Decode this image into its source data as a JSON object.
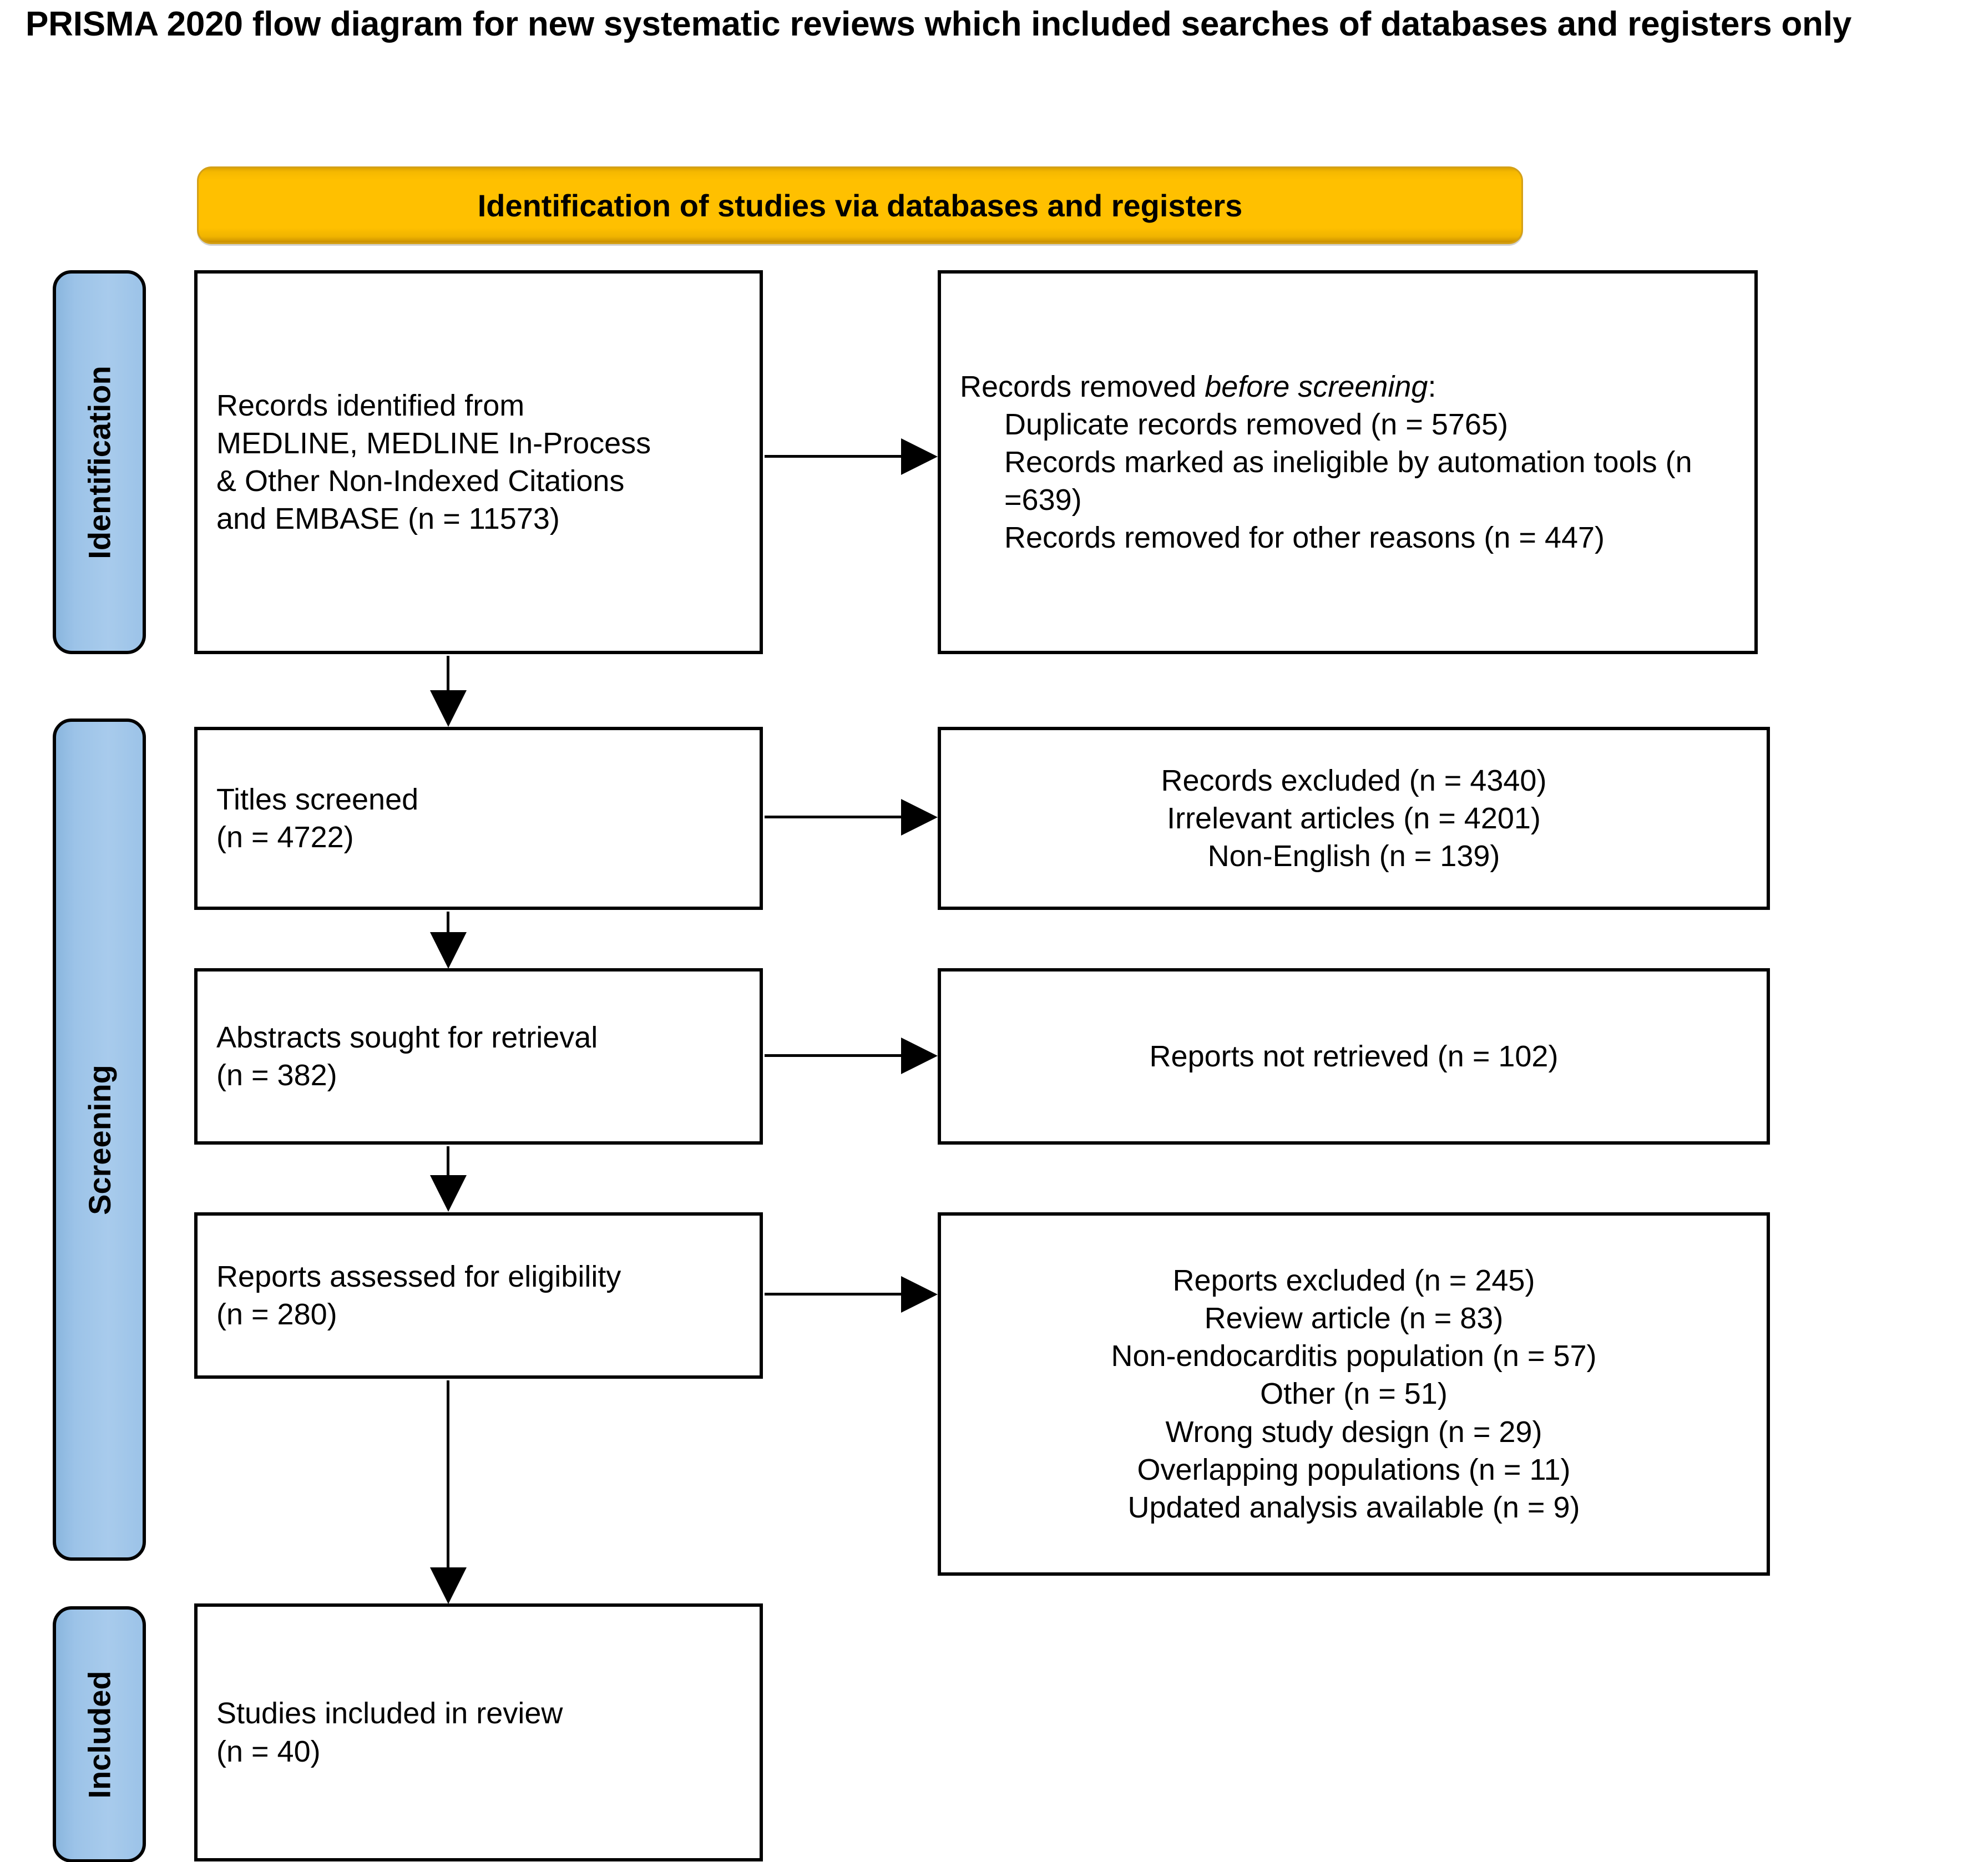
{
  "title": "PRISMA 2020 flow diagram for new systematic reviews which included searches of databases and registers only",
  "colors": {
    "banner_orange": "#FFC000",
    "banner_border": "#D4A017",
    "phase_blue": "#9CC3E8",
    "box_border": "#000000",
    "text": "#000000",
    "background": "#FFFFFF"
  },
  "stage_banner": {
    "label": "Identification of studies via databases and registers"
  },
  "phases": [
    {
      "id": "identification",
      "label": "Identification"
    },
    {
      "id": "screening",
      "label": "Screening"
    },
    {
      "id": "included",
      "label": "Included"
    }
  ],
  "boxes": {
    "identified": {
      "lines": [
        "Records identified from",
        "MEDLINE, MEDLINE In-Process",
        "& Other Non-Indexed Citations",
        "and EMBASE (n = 11573)"
      ],
      "align": "left"
    },
    "removed": {
      "heading_prefix": "Records removed ",
      "heading_italic": "before screening",
      "heading_suffix": ":",
      "items": [
        "Duplicate records removed (n = 5765)",
        "Records marked as ineligible by automation tools (n =639)",
        "Records removed for other reasons (n = 447)"
      ],
      "align": "left"
    },
    "titles_screened": {
      "lines": [
        "Titles screened",
        "(n = 4722)"
      ],
      "align": "left"
    },
    "records_excluded": {
      "lines": [
        "Records excluded (n = 4340)",
        "Irrelevant articles (n = 4201)",
        "Non-English (n = 139)"
      ],
      "align": "center"
    },
    "abstracts_sought": {
      "lines": [
        "Abstracts sought for retrieval",
        "(n = 382)"
      ],
      "align": "left"
    },
    "reports_not_retrieved": {
      "lines": [
        "Reports not retrieved (n = 102)"
      ],
      "align": "center"
    },
    "reports_assessed": {
      "lines": [
        "Reports assessed for eligibility",
        "(n = 280)"
      ],
      "align": "left"
    },
    "reports_excluded": {
      "lines": [
        "Reports excluded (n = 245)",
        "Review article (n = 83)",
        "Non-endocarditis population (n = 57)",
        "Other (n = 51)",
        "Wrong study design (n = 29)",
        "Overlapping populations (n = 11)",
        "Updated analysis available (n = 9)"
      ],
      "align": "center"
    },
    "studies_included": {
      "lines": [
        "Studies included in review",
        "(n = 40)"
      ],
      "align": "left"
    }
  },
  "chart_data": {
    "type": "flow-diagram",
    "title": "PRISMA 2020 flow diagram for new systematic reviews which included searches of databases and registers only",
    "stage": "Identification of studies via databases and registers",
    "phases": [
      "Identification",
      "Screening",
      "Included"
    ],
    "nodes": [
      {
        "id": "identified",
        "phase": "Identification",
        "label": "Records identified from MEDLINE, MEDLINE In-Process & Other Non-Indexed Citations and EMBASE",
        "n": 11573
      },
      {
        "id": "removed_before_screening",
        "phase": "Identification",
        "label": "Records removed before screening",
        "children": [
          {
            "label": "Duplicate records removed",
            "n": 5765
          },
          {
            "label": "Records marked as ineligible by automation tools",
            "n": 639
          },
          {
            "label": "Records removed for other reasons",
            "n": 447
          }
        ]
      },
      {
        "id": "titles_screened",
        "phase": "Screening",
        "label": "Titles screened",
        "n": 4722
      },
      {
        "id": "records_excluded",
        "phase": "Screening",
        "label": "Records excluded",
        "n": 4340,
        "children": [
          {
            "label": "Irrelevant articles",
            "n": 4201
          },
          {
            "label": "Non-English",
            "n": 139
          }
        ]
      },
      {
        "id": "abstracts_sought",
        "phase": "Screening",
        "label": "Abstracts sought for retrieval",
        "n": 382
      },
      {
        "id": "reports_not_retrieved",
        "phase": "Screening",
        "label": "Reports not retrieved",
        "n": 102
      },
      {
        "id": "reports_assessed",
        "phase": "Screening",
        "label": "Reports assessed for eligibility",
        "n": 280
      },
      {
        "id": "reports_excluded",
        "phase": "Screening",
        "label": "Reports excluded",
        "n": 245,
        "children": [
          {
            "label": "Review article",
            "n": 83
          },
          {
            "label": "Non-endocarditis population",
            "n": 57
          },
          {
            "label": "Other",
            "n": 51
          },
          {
            "label": "Wrong study design",
            "n": 29
          },
          {
            "label": "Overlapping populations",
            "n": 11
          },
          {
            "label": "Updated analysis available",
            "n": 9
          }
        ]
      },
      {
        "id": "studies_included",
        "phase": "Included",
        "label": "Studies included in review",
        "n": 40
      }
    ],
    "edges": [
      {
        "from": "identified",
        "to": "removed_before_screening",
        "direction": "right"
      },
      {
        "from": "identified",
        "to": "titles_screened",
        "direction": "down"
      },
      {
        "from": "titles_screened",
        "to": "records_excluded",
        "direction": "right"
      },
      {
        "from": "titles_screened",
        "to": "abstracts_sought",
        "direction": "down"
      },
      {
        "from": "abstracts_sought",
        "to": "reports_not_retrieved",
        "direction": "right"
      },
      {
        "from": "abstracts_sought",
        "to": "reports_assessed",
        "direction": "down"
      },
      {
        "from": "reports_assessed",
        "to": "reports_excluded",
        "direction": "right"
      },
      {
        "from": "reports_assessed",
        "to": "studies_included",
        "direction": "down"
      }
    ]
  }
}
